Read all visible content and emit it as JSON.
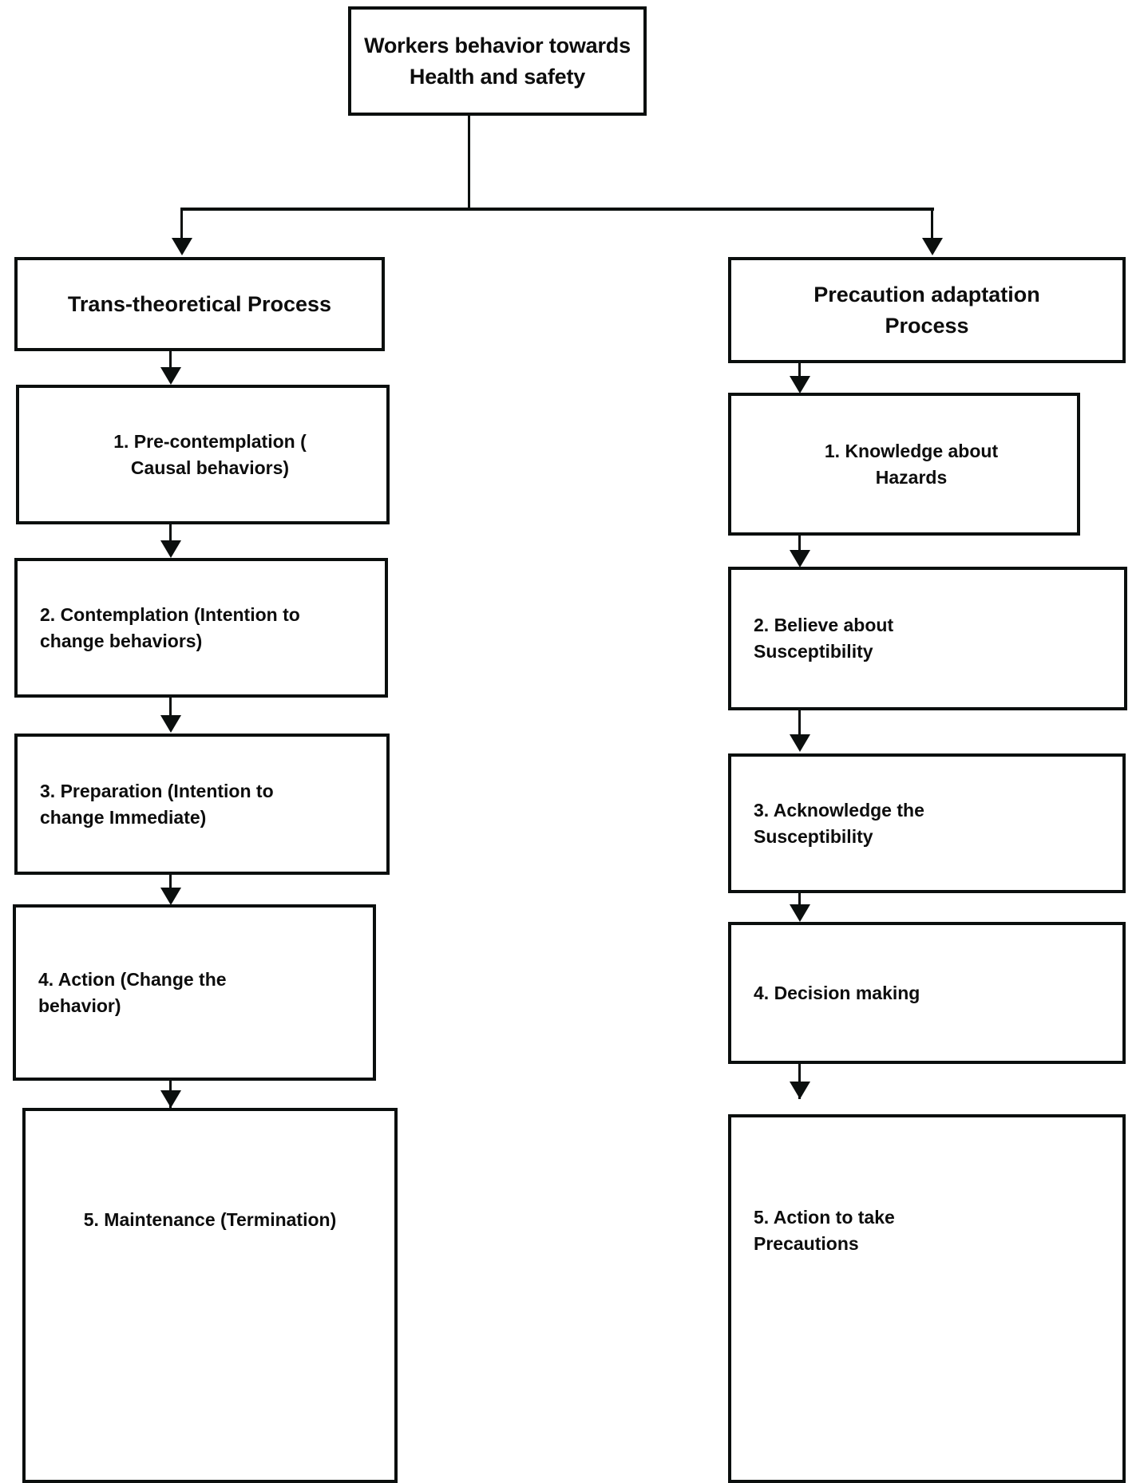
{
  "diagram": {
    "title": "Workers behavior towards\nHealth and safety",
    "columns": [
      {
        "header": "Trans-theoretical Process",
        "steps": [
          "1.   Pre-contemplation (\nCausal behaviors)",
          "2. Contemplation (Intention to\nchange behaviors)",
          "3. Preparation (Intention to\nchange Immediate)",
          "4. Action (Change the\nbehavior)",
          "5.  Maintenance (Termination)"
        ]
      },
      {
        "header": "Precaution adaptation\nProcess",
        "steps": [
          "1.   Knowledge about\nHazards",
          "2. Believe about\nSusceptibility",
          "3. Acknowledge the\nSusceptibility",
          "4. Decision making",
          "5. Action to take\nPrecautions"
        ]
      }
    ],
    "colors": {
      "stroke": "#0b0f0e",
      "background": "#ffffff",
      "text": "#0d0d0d"
    }
  }
}
